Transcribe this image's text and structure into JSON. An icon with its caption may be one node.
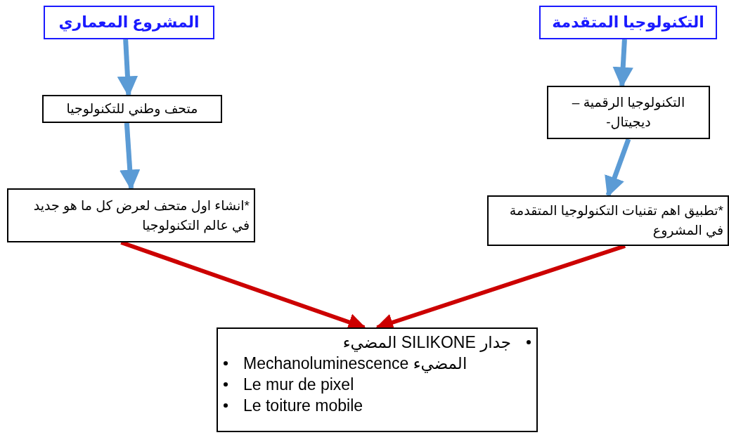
{
  "diagram": {
    "nodes": [
      {
        "text": [
          "المشروع المعماري"
        ]
      },
      {
        "text": [
          "متحف وطني للتكنولوجيا"
        ]
      },
      {
        "text": [
          "*انشاء اول متحف لعرض كل ما هو جديد في عالم التكنولوجيا"
        ]
      },
      {
        "text": [
          "التكنولوجيا المتقدمة"
        ]
      },
      {
        "text": [
          "التكنولوجيا الرقمية – ديجيتال-"
        ]
      },
      {
        "text": [
          "*تطبيق اهم تقنيات التكنولوجيا المتقدمة في المشروع"
        ]
      },
      {
        "text": [
          "جدار SILIKONE المضيء",
          "Mechanoluminescence المضيء",
          "Le mur de pixel",
          "Le toiture mobile"
        ]
      }
    ],
    "edges": [
      {
        "from": 0,
        "to": 1,
        "arrow": "to"
      },
      {
        "from": 1,
        "to": 2,
        "arrow": "to"
      },
      {
        "from": 3,
        "to": 4,
        "arrow": "to"
      },
      {
        "from": 4,
        "to": 5,
        "arrow": "to"
      },
      {
        "from": 2,
        "to": 6,
        "arrow": "to",
        "color": "#cc0000"
      },
      {
        "from": 5,
        "to": 6,
        "arrow": "to",
        "color": "#cc0000"
      }
    ]
  }
}
